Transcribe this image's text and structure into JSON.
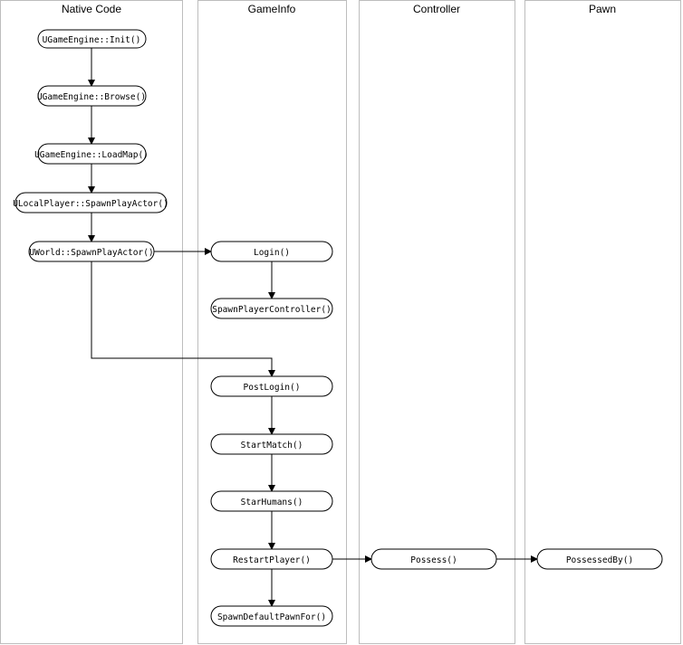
{
  "diagram": {
    "lanes": [
      {
        "id": "native",
        "title": "Native Code"
      },
      {
        "id": "gameinfo",
        "title": "GameInfo"
      },
      {
        "id": "controller",
        "title": "Controller"
      },
      {
        "id": "pawn",
        "title": "Pawn"
      }
    ],
    "nodes": [
      {
        "id": "n1",
        "lane": "native",
        "label": "UGameEngine::Init()"
      },
      {
        "id": "n2",
        "lane": "native",
        "label": "UGameEngine::Browse()"
      },
      {
        "id": "n3",
        "lane": "native",
        "label": "UGameEngine::LoadMap()"
      },
      {
        "id": "n4",
        "lane": "native",
        "label": "ULocalPlayer::SpawnPlayActor()"
      },
      {
        "id": "n5",
        "lane": "native",
        "label": "UWorld::SpawnPlayActor()"
      },
      {
        "id": "g1",
        "lane": "gameinfo",
        "label": "Login()"
      },
      {
        "id": "g2",
        "lane": "gameinfo",
        "label": "SpawnPlayerController()"
      },
      {
        "id": "g3",
        "lane": "gameinfo",
        "label": "PostLogin()"
      },
      {
        "id": "g4",
        "lane": "gameinfo",
        "label": "StartMatch()"
      },
      {
        "id": "g5",
        "lane": "gameinfo",
        "label": "StarHumans()"
      },
      {
        "id": "g6",
        "lane": "gameinfo",
        "label": "RestartPlayer()"
      },
      {
        "id": "g7",
        "lane": "gameinfo",
        "label": "SpawnDefaultPawnFor()"
      },
      {
        "id": "c1",
        "lane": "controller",
        "label": "Possess()"
      },
      {
        "id": "p1",
        "lane": "pawn",
        "label": "PossessedBy()"
      }
    ],
    "edges": [
      {
        "from": "n1",
        "to": "n2"
      },
      {
        "from": "n2",
        "to": "n3"
      },
      {
        "from": "n3",
        "to": "n4"
      },
      {
        "from": "n4",
        "to": "n5"
      },
      {
        "from": "n5",
        "to": "g1"
      },
      {
        "from": "g1",
        "to": "g2"
      },
      {
        "from": "n5",
        "to": "g3"
      },
      {
        "from": "g3",
        "to": "g4"
      },
      {
        "from": "g4",
        "to": "g5"
      },
      {
        "from": "g5",
        "to": "g6"
      },
      {
        "from": "g6",
        "to": "g7"
      },
      {
        "from": "g6",
        "to": "c1"
      },
      {
        "from": "c1",
        "to": "p1"
      }
    ],
    "colors": {
      "stroke": "#000000",
      "lane_border": "#bdbdbd",
      "background": "#ffffff"
    }
  }
}
